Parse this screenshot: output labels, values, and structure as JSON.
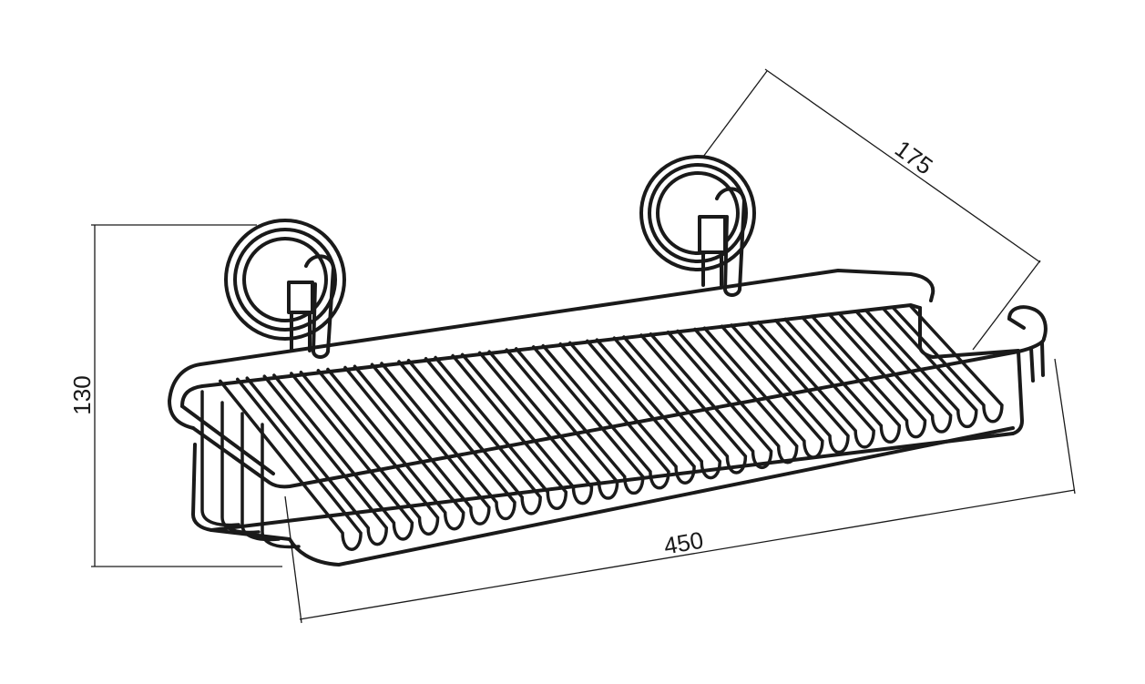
{
  "dimensions": {
    "height": "130",
    "width": "450",
    "depth": "175"
  },
  "basket": {
    "front_wire_count": 26,
    "side_wire_count": 4
  },
  "colors": {
    "ink": "#1a1a1a",
    "background": "#ffffff"
  }
}
